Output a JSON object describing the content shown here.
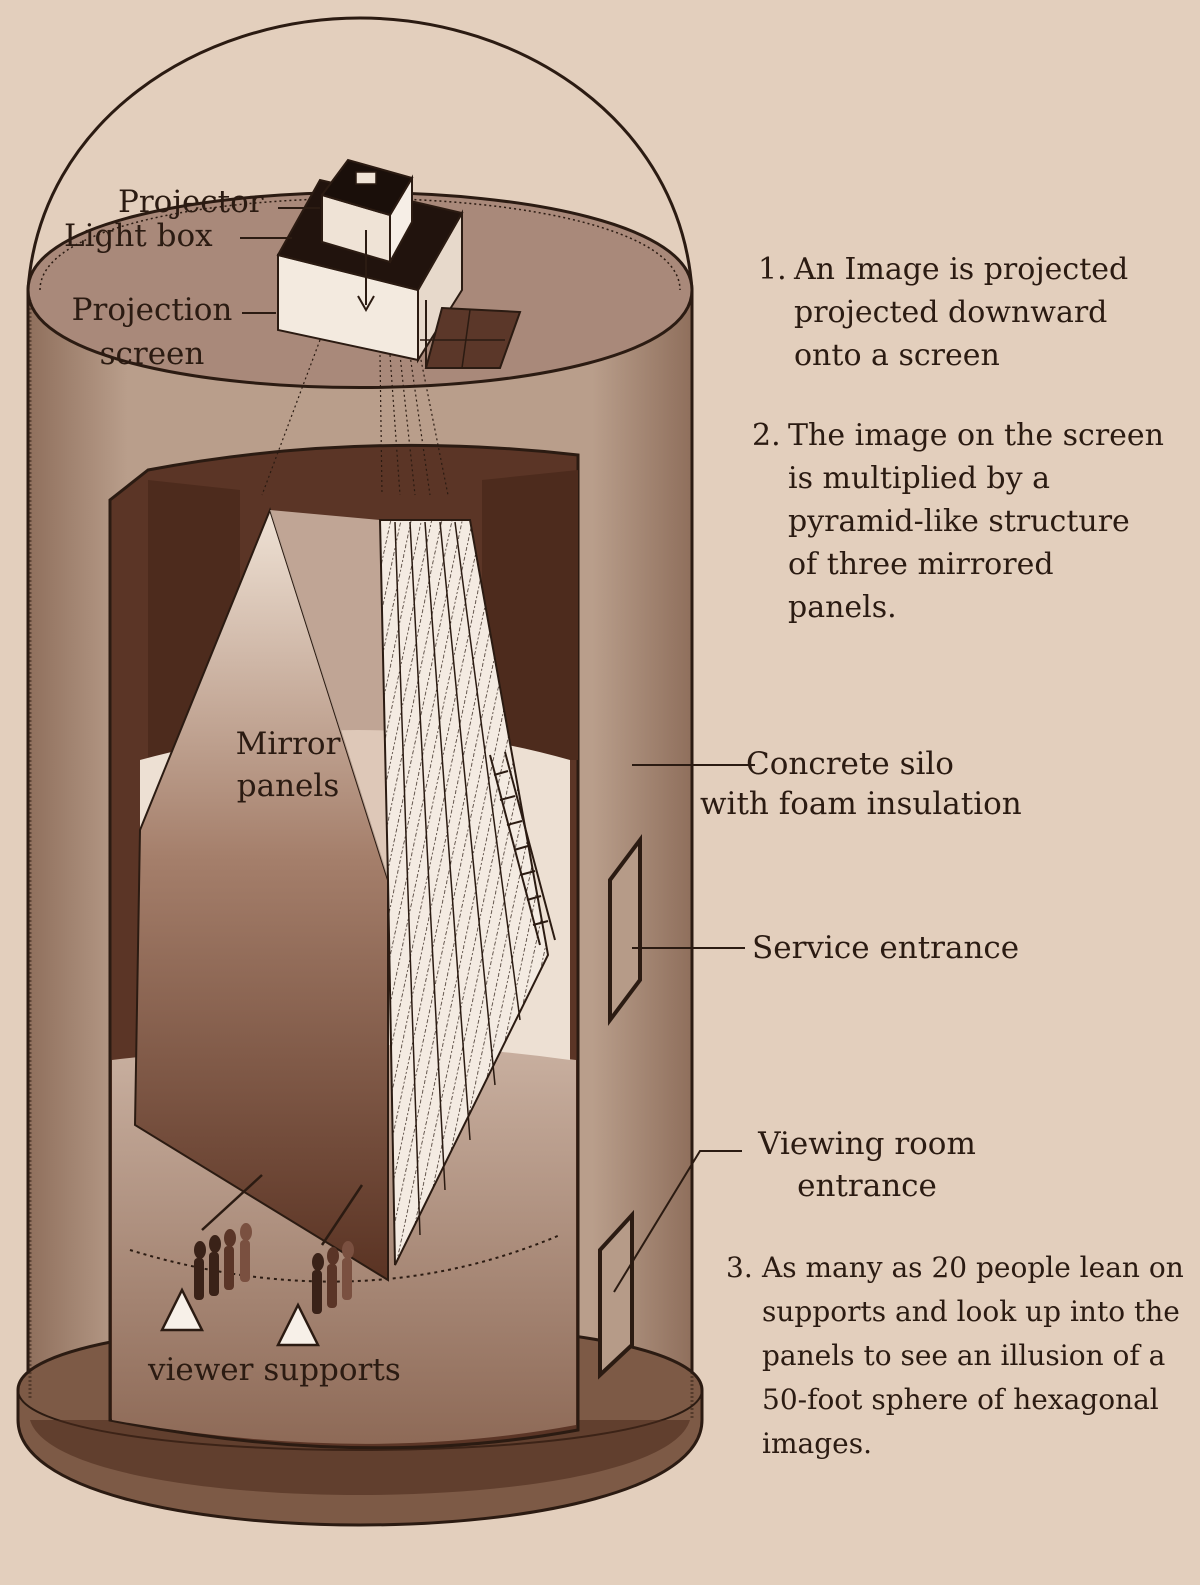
{
  "labels": {
    "projector": "Projector",
    "light_box": "Light box",
    "projection_screen_1": "Projection",
    "projection_screen_2": "screen",
    "mirror_panels_1": "Mirror",
    "mirror_panels_2": "panels",
    "concrete_silo_1": "Concrete silo",
    "concrete_silo_2": "with foam insulation",
    "service_entrance": "Service entrance",
    "viewing_room_1": "Viewing room",
    "viewing_room_2": "entrance",
    "viewer_supports": "viewer supports"
  },
  "steps": [
    {
      "number": "1.",
      "text": "An Image is projected\nprojected downward\nonto a screen"
    },
    {
      "number": "2.",
      "text": "The image on the screen\nis multiplied by a\npyramid-like structure\nof three mirrored\npanels."
    },
    {
      "number": "3.",
      "text": "As many as 20 people lean on\nsupports and look up into the\npanels to see an illusion of a\n50-foot sphere of hexagonal\nimages."
    }
  ],
  "colors": {
    "background": "#e3cfbd",
    "ink": "#2b1b12",
    "silo_wall": "#b29683",
    "dark_brown": "#4a2a1c",
    "mirror_light": "#f2e6da"
  }
}
